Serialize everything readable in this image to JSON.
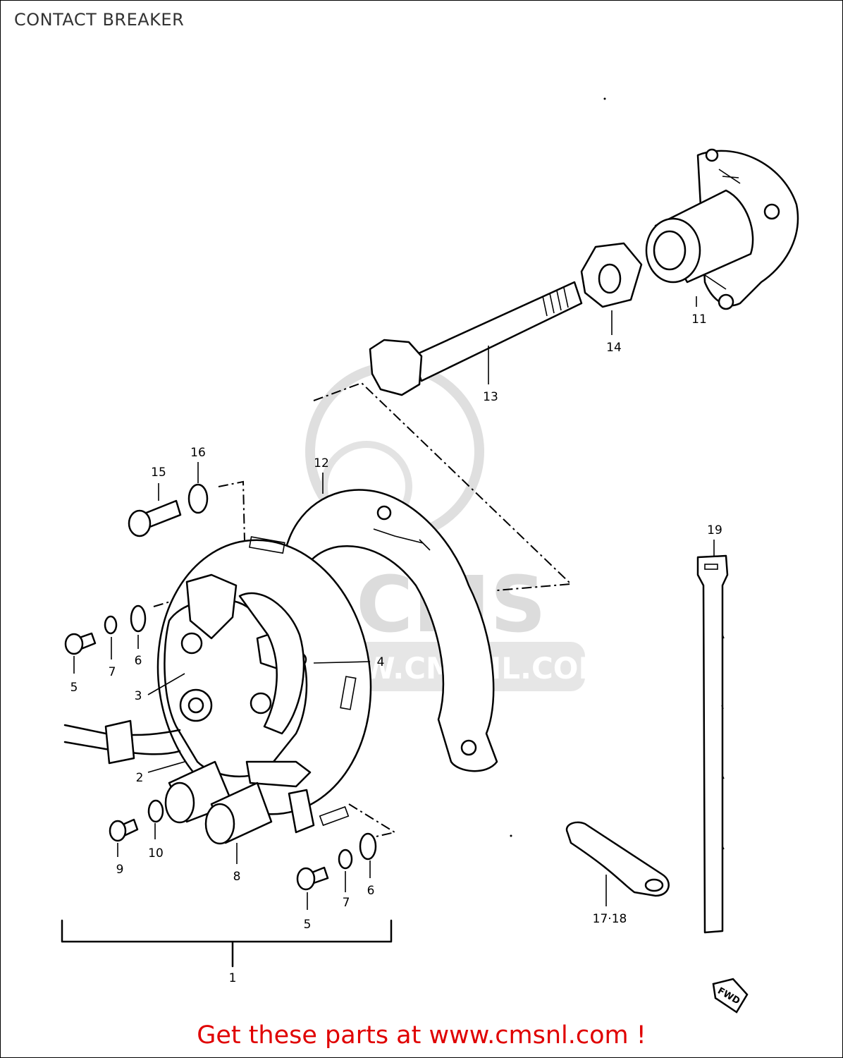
{
  "title": "CONTACT BREAKER",
  "footer": "Get these parts at www.cmsnl.com !",
  "watermark": {
    "logo_text": "CMS",
    "url_text": "WWW.CMSNL.COM"
  },
  "fwd_tag": "FWD",
  "callouts": {
    "c1": "1",
    "c2": "2",
    "c3": "3",
    "c4": "4",
    "c5a": "5",
    "c5b": "5",
    "c6a": "6",
    "c6b": "6",
    "c7a": "7",
    "c7b": "7",
    "c8": "8",
    "c9": "9",
    "c10": "10",
    "c11": "11",
    "c12": "12",
    "c13": "13",
    "c14": "14",
    "c15": "15",
    "c16": "16",
    "c1718": "17·18",
    "c19": "19"
  }
}
